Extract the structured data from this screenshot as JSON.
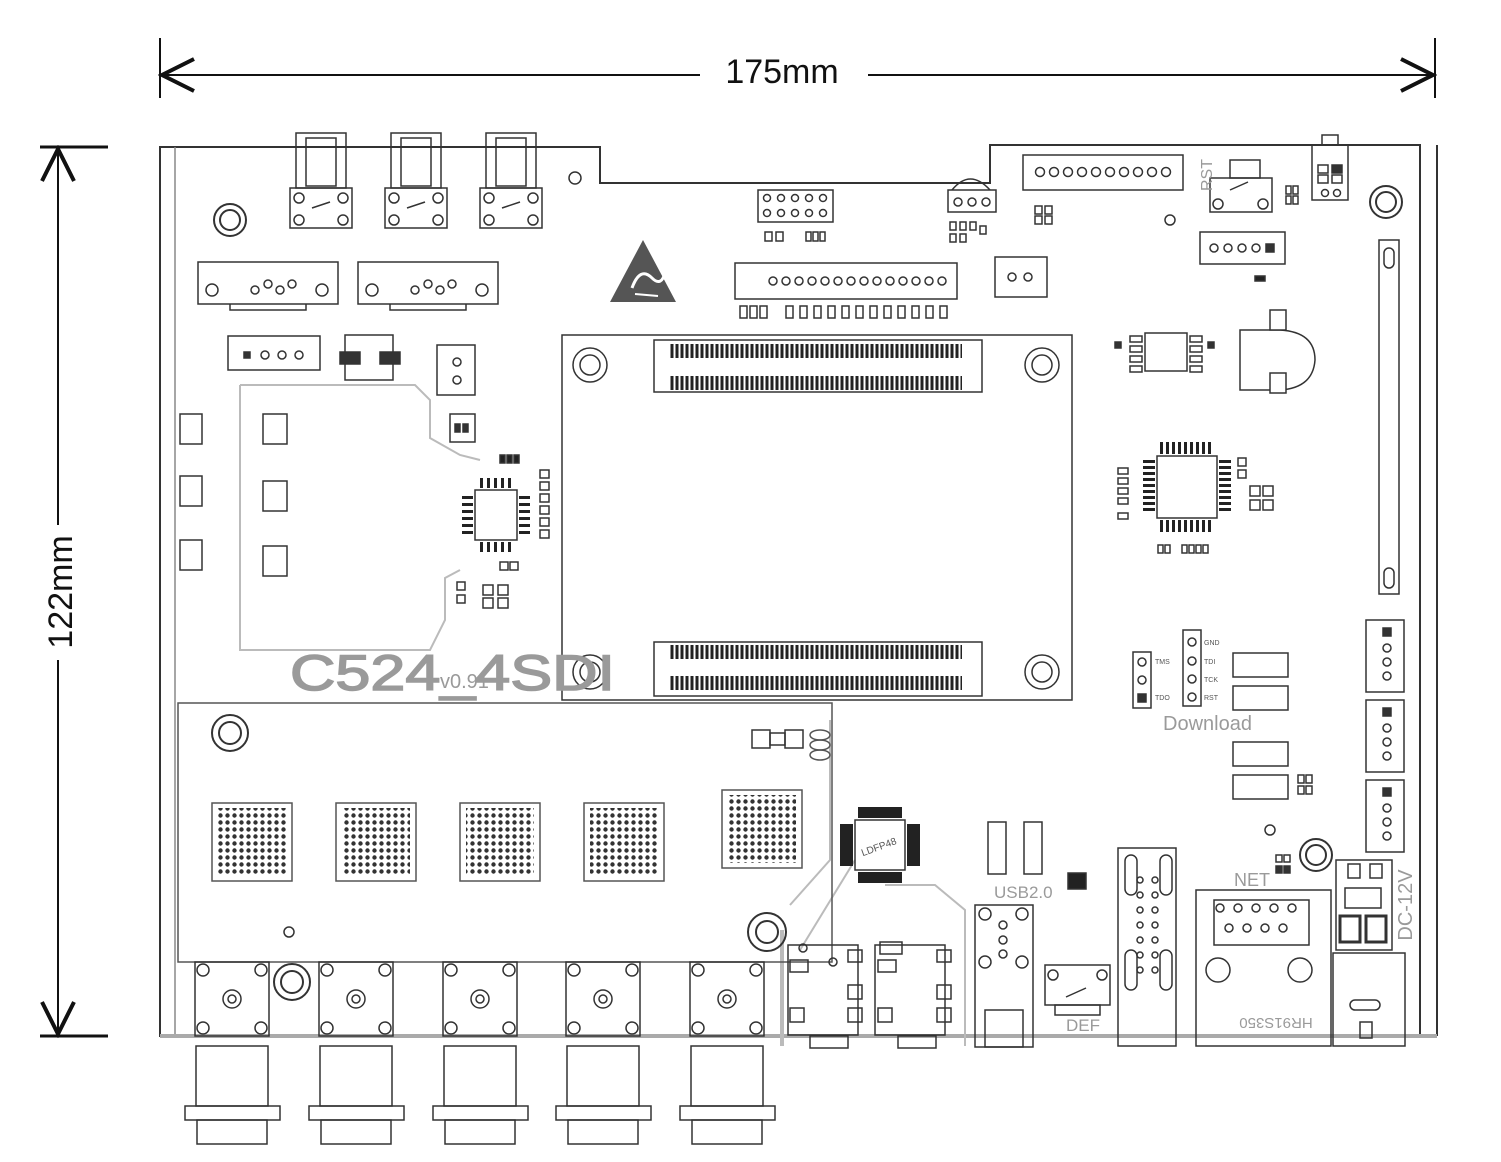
{
  "dimensions": {
    "width_label": "175mm",
    "height_label": "122mm"
  },
  "silkscreen": {
    "board_name": "C524_4SDI",
    "board_version": "v0.91",
    "download": "Download",
    "usb": "USB2.0",
    "net": "NET",
    "power": "DC-12V",
    "rst": "RST",
    "def": "DEF",
    "hr_part": "HR91S350",
    "fpga_label": "LDFP48",
    "jtag_pins": [
      "GND",
      "TDI",
      "TCK",
      "TMS",
      "RST",
      "TDO"
    ]
  },
  "colors": {
    "outline": "#333333",
    "trace": "#bbbbbb",
    "pad": "#222222",
    "esd": "#555555",
    "silk_large": "#9a9a9a"
  },
  "icons": {
    "esd": "esd-warning-icon"
  }
}
